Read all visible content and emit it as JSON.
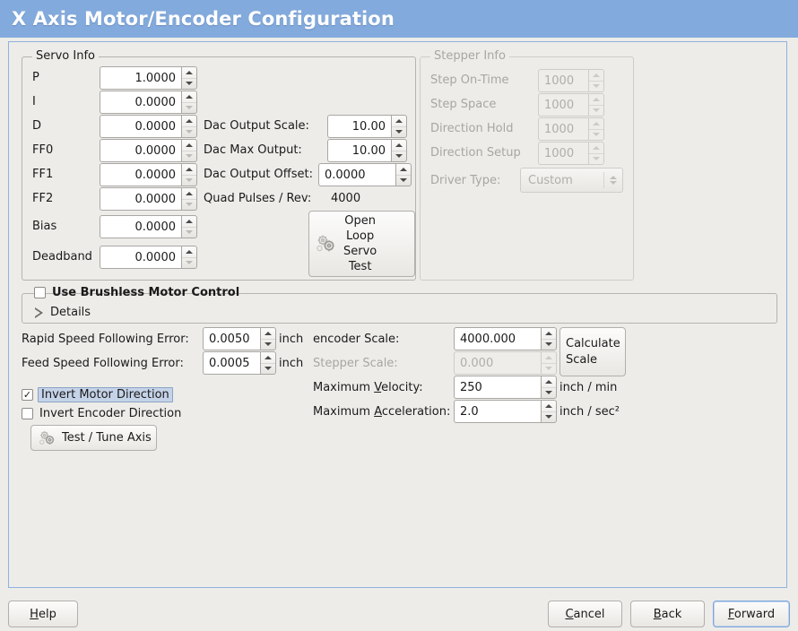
{
  "window": {
    "title": "X Axis Motor/Encoder Configuration",
    "title_bar_color": "#83aadc",
    "background_color": "#edece9"
  },
  "servo_info": {
    "frame_title": "Servo Info",
    "fields": [
      {
        "label": "P",
        "value": "1.0000",
        "enabled": true,
        "down_dim": false
      },
      {
        "label": "I",
        "value": "0.0000",
        "enabled": true,
        "down_dim": true
      },
      {
        "label": "D",
        "value": "0.0000",
        "enabled": true,
        "down_dim": true
      },
      {
        "label": "FF0",
        "value": "0.0000",
        "enabled": true,
        "down_dim": true
      },
      {
        "label": "FF1",
        "value": "0.0000",
        "enabled": true,
        "down_dim": true
      },
      {
        "label": "FF2",
        "value": "0.0000",
        "enabled": true,
        "down_dim": true
      },
      {
        "label": "Bias",
        "value": "0.0000",
        "enabled": true,
        "down_dim": true
      },
      {
        "label": "Deadband",
        "value": "0.0000",
        "enabled": true,
        "down_dim": true
      }
    ],
    "dac": {
      "output_scale_label": "Dac Output Scale:",
      "output_scale_value": "10.00",
      "max_output_label": "Dac Max Output:",
      "max_output_value": "10.00",
      "output_offset_label": "Dac Output Offset:",
      "output_offset_value": "0.0000",
      "quad_pulses_label": "Quad Pulses / Rev:",
      "quad_pulses_value": "4000"
    },
    "open_loop_button": {
      "line1": "Open",
      "line2": "Loop",
      "line3": "Servo",
      "line4": "Test",
      "icon": "gears-icon"
    }
  },
  "stepper_info": {
    "frame_title": "Stepper Info",
    "enabled": false,
    "fields": [
      {
        "label": "Step On-Time",
        "value": "1000"
      },
      {
        "label": "Step Space",
        "value": "1000"
      },
      {
        "label": "Direction Hold",
        "value": "1000"
      },
      {
        "label": "Direction Setup",
        "value": "1000"
      }
    ],
    "driver_type": {
      "label": "Driver Type:",
      "value": "Custom"
    }
  },
  "brushless": {
    "checkbox_label": "Use Brushless Motor Control",
    "checked": false,
    "details_label": "Details",
    "details_expanded": false
  },
  "tuning": {
    "rapid_following_error": {
      "label": "Rapid Speed Following Error:",
      "value": "0.0050",
      "unit": "inch"
    },
    "feed_following_error": {
      "label": "Feed Speed Following Error:",
      "value": "0.0005",
      "unit": "inch"
    },
    "invert_motor": {
      "label": "Invert Motor Direction",
      "checked": true,
      "focused": true
    },
    "invert_encoder": {
      "label": "Invert Encoder Direction",
      "checked": false,
      "focused": false
    },
    "test_tune_button": {
      "label": "Test / Tune Axis",
      "icon": "gears-icon"
    }
  },
  "scales": {
    "encoder_scale": {
      "label": "encoder Scale:",
      "value": "4000.000",
      "enabled": true
    },
    "stepper_scale": {
      "label": "Stepper Scale:",
      "value": "0.000",
      "enabled": false
    },
    "max_velocity": {
      "label_pre": "Maximum ",
      "label_mn": "V",
      "label_post": "elocity:",
      "value": "250",
      "unit": "inch / min"
    },
    "max_acceleration": {
      "label_pre": "Maximum ",
      "label_mn": "A",
      "label_post": "cceleration:",
      "value": "2.0",
      "unit": "inch / sec²"
    },
    "calculate_button": {
      "line1": "Calculate",
      "line2": "Scale"
    }
  },
  "footer": {
    "help": {
      "pre": "",
      "mn": "H",
      "post": "elp"
    },
    "cancel": {
      "pre": "",
      "mn": "C",
      "post": "ancel"
    },
    "back": {
      "pre": "",
      "mn": "B",
      "post": "ack"
    },
    "forward": {
      "pre": "",
      "mn": "F",
      "post": "orward",
      "focused": true
    }
  }
}
